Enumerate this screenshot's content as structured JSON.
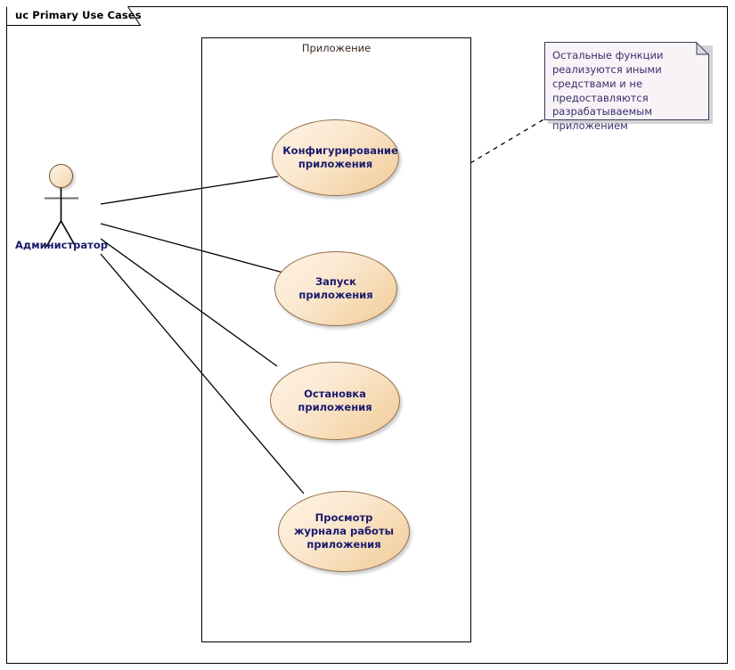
{
  "diagram": {
    "frame_title": "uc Primary Use Cases",
    "kind": "uml-use-case-diagram",
    "colors": {
      "usecase_fill_light": "#FDF2E2",
      "usecase_fill_dark": "#EECB9C",
      "usecase_border": "#93704A",
      "label_text": "#1B1B6E",
      "note_fill": "#F7F3F7",
      "note_border": "#3A3A5C",
      "note_text": "#3A2F6B",
      "line": "#000000",
      "frame_border": "#000000"
    }
  },
  "boundary": {
    "label": "Приложение"
  },
  "actor": {
    "name": "Администратор",
    "icon": "stick-figure-actor"
  },
  "use_cases": [
    {
      "id": "configure",
      "label": "Конфигурирование приложения"
    },
    {
      "id": "start",
      "label": "Запуск приложения"
    },
    {
      "id": "stop",
      "label": "Остановка приложения"
    },
    {
      "id": "view-log",
      "label": "Просмотр журнала работы приложения"
    }
  ],
  "note": {
    "text": "Остальные функции реализуются иными средствами и не предоставляются разрабатываемым приложением",
    "style": "folded-corner-note",
    "connector": "dashed"
  },
  "associations": [
    {
      "from": "Администратор",
      "to": "Конфигурирование приложения"
    },
    {
      "from": "Администратор",
      "to": "Запуск приложения"
    },
    {
      "from": "Администратор",
      "to": "Остановка приложения"
    },
    {
      "from": "Администратор",
      "to": "Просмотр журнала работы приложения"
    }
  ]
}
